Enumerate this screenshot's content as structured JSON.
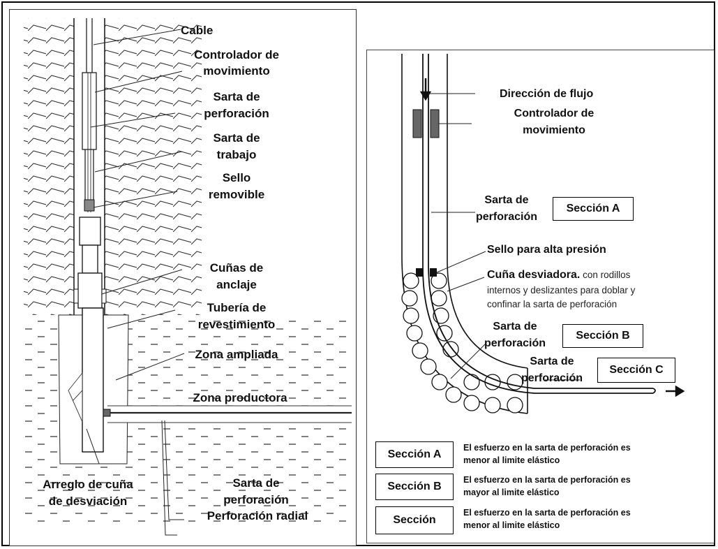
{
  "left": {
    "labels": {
      "cable": "Cable",
      "controlador_l1": "Controlador de",
      "controlador_l2": "movimiento",
      "sarta_perf_l1": "Sarta de",
      "sarta_perf_l2": "perforación",
      "sarta_trab_l1": "Sarta de",
      "sarta_trab_l2": "trabajo",
      "sello_l1": "Sello",
      "sello_l2": "removible",
      "cunas_l1": "Cuñas de",
      "cunas_l2": "anclaje",
      "tuberia_l1": "Tubería de",
      "tuberia_l2": "revestimiento",
      "zona_ampliada": "Zona ampliada",
      "zona_productora": "Zona productora",
      "arreglo_l1": "Arreglo de cuña",
      "arreglo_l2": "de desviación",
      "sarta_bottom_l1": "Sarta de",
      "sarta_bottom_l2": "perforación",
      "perforacion_radial": "Perforación radial"
    }
  },
  "right": {
    "labels": {
      "direccion_flujo": "Dirección de flujo",
      "controlador_l1": "Controlador de",
      "controlador_l2": "movimiento",
      "sarta_a_l1": "Sarta de",
      "sarta_a_l2": "perforación",
      "sello_alta": "Sello para alta presión",
      "cuna_bold": "Cuña desviadora.",
      "cuna_rest": " con rodillos",
      "cuna_l2": "internos y deslizantes para doblar y",
      "cuna_l3": "confinar la sarta de perforación",
      "sarta_b_l1": "Sarta de",
      "sarta_b_l2": "perforación",
      "sarta_c_l1": "Sarta de",
      "sarta_c_l2": "perforación"
    },
    "boxes": {
      "seccion_a": "Sección A",
      "seccion_b": "Sección B",
      "seccion_c": "Sección C"
    },
    "legend": [
      {
        "box": "Sección A",
        "l1": "El esfuerzo en la sarta de perforación es",
        "l2": "menor al limite elástico"
      },
      {
        "box": "Sección B",
        "l1": "El esfuerzo en la sarta de perforación es",
        "l2": "mayor al limite elástico"
      },
      {
        "box": "Sección",
        "l1": "El esfuerzo en la sarta de perforación es",
        "l2": "menor al limite elástico"
      }
    ]
  }
}
